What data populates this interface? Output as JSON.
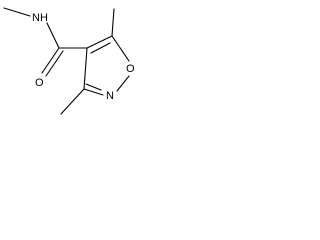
{
  "molecule": {
    "atoms": {
      "amide_n": "N",
      "amide_n_h": "H",
      "carbonyl_o": "O",
      "ring_o": "O",
      "ring_n": "N"
    },
    "colors": {
      "bond": "#000000",
      "text": "#000000",
      "background": "#ffffff"
    }
  }
}
